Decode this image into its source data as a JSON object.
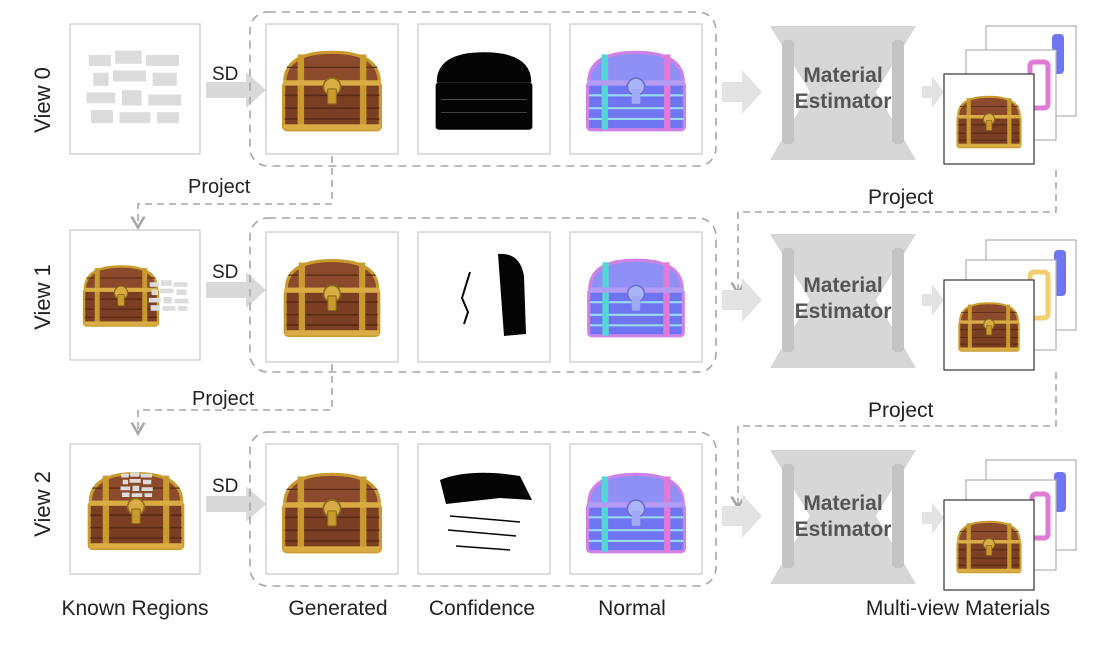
{
  "rows": [
    {
      "view_label": "View 0",
      "sd_label": "SD"
    },
    {
      "view_label": "View 1",
      "sd_label": "SD"
    },
    {
      "view_label": "View 2",
      "sd_label": "SD"
    }
  ],
  "project_label": "Project",
  "estimator": {
    "line1": "Material",
    "line2": "Estimator"
  },
  "bottom_labels": {
    "known_regions": "Known Regions",
    "generated": "Generated",
    "confidence": "Confidence",
    "normal": "Normal",
    "multiview_materials": "Multi-view Materials"
  },
  "colors": {
    "wood": "#8b4a2b",
    "gold": "#c99a2e",
    "normal_blue": "#7c7cf0",
    "normal_pink": "#e07ad8",
    "normal_cyan": "#55d6d6",
    "arrow_gray": "#d9d9d9",
    "dashed_gray": "#a6a6a6"
  }
}
